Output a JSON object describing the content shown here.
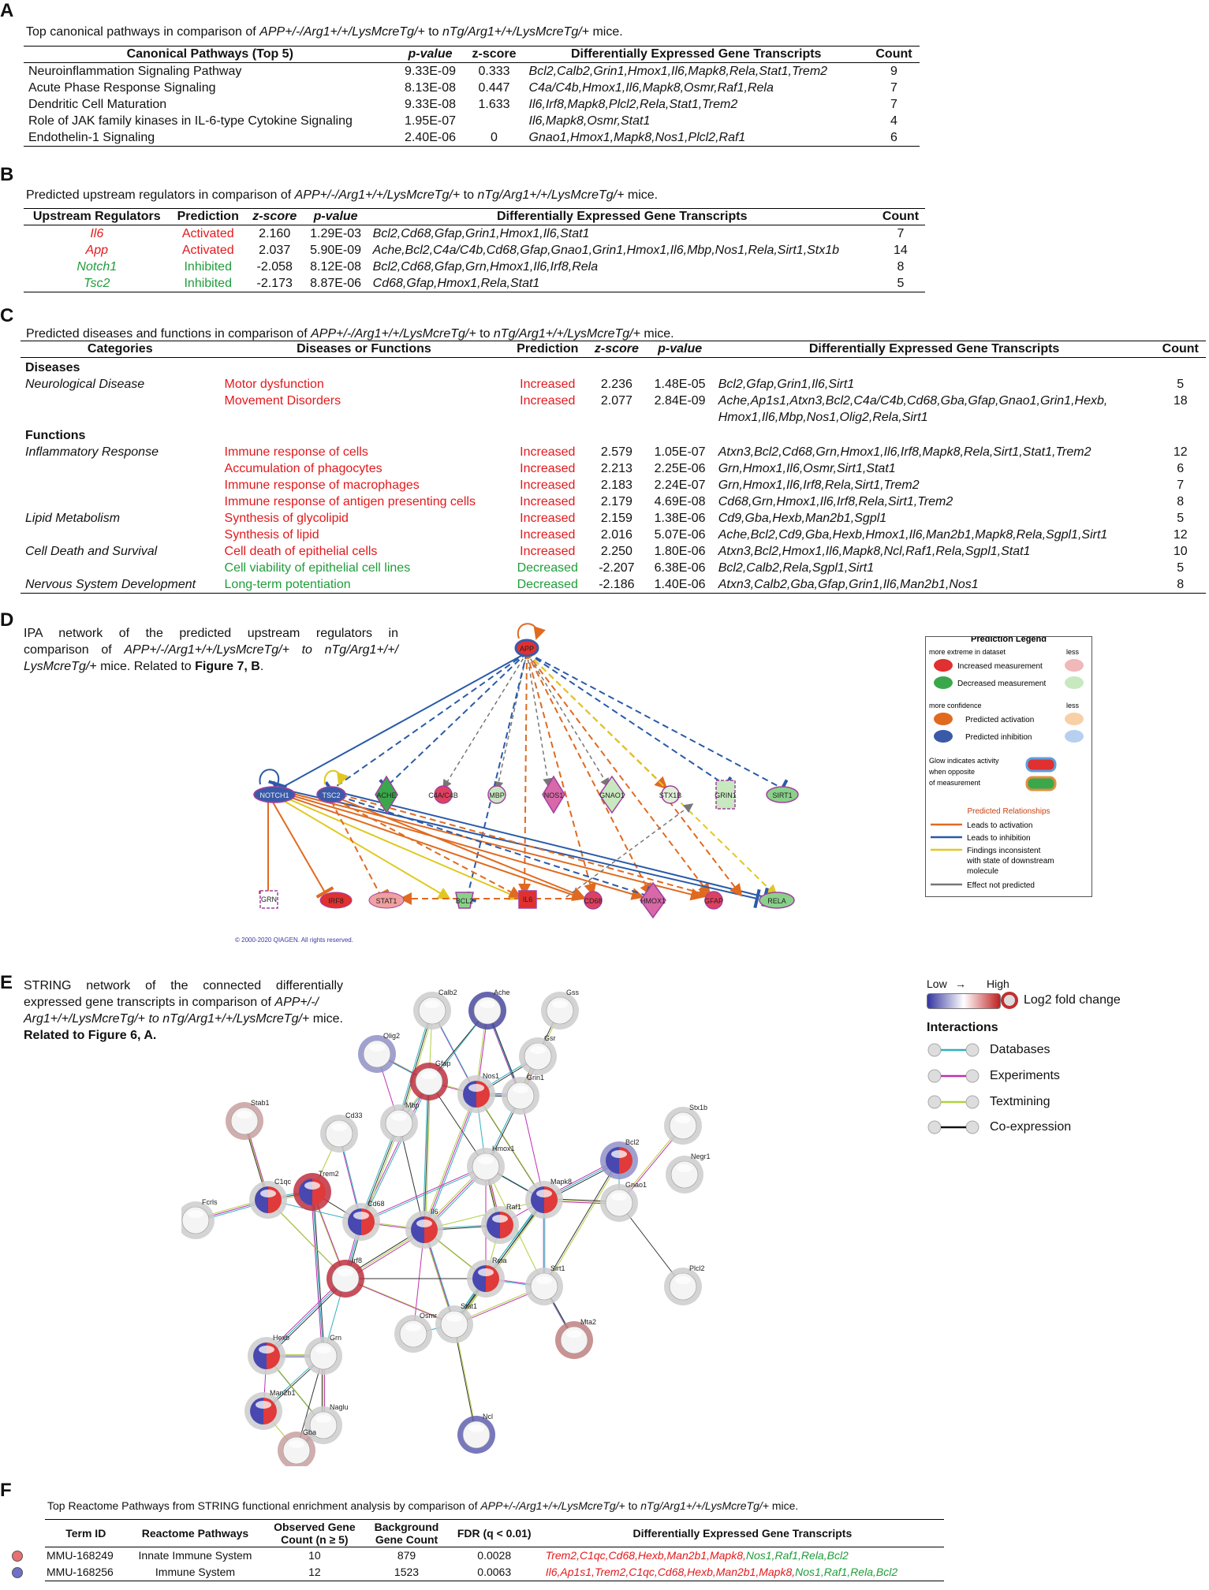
{
  "panelA": {
    "letter": "A",
    "caption_pre": "Top canonical pathways in comparison of ",
    "caption_g1": "APP+/-/Arg1+/+/LysMcreTg/+",
    "caption_mid": " to ",
    "caption_g2": "nTg/Arg1+/+/LysMcreTg/+",
    "caption_post": " mice.",
    "headers": [
      "Canonical Pathways (Top 5)",
      "p-value",
      "z-score",
      "Differentially Expressed Gene Transcripts",
      "Count"
    ],
    "rows": [
      {
        "name": "Neuroinflammation Signaling Pathway",
        "p": "9.33E-09",
        "z": "0.333",
        "genes": "Bcl2,Calb2,Grin1,Hmox1,Il6,Mapk8,Rela,Stat1,Trem2",
        "count": "9"
      },
      {
        "name": "Acute Phase Response Signaling",
        "p": "8.13E-08",
        "z": "0.447",
        "genes": "C4a/C4b,Hmox1,Il6,Mapk8,Osmr,Raf1,Rela",
        "count": "7"
      },
      {
        "name": "Dendritic Cell Maturation",
        "p": "9.33E-08",
        "z": "1.633",
        "genes": "Il6,Irf8,Mapk8,Plcl2,Rela,Stat1,Trem2",
        "count": "7"
      },
      {
        "name": "Role of JAK family kinases in IL-6-type Cytokine Signaling",
        "p": "1.95E-07",
        "z": "",
        "genes": "Il6,Mapk8,Osmr,Stat1",
        "count": "4"
      },
      {
        "name": "Endothelin-1 Signaling",
        "p": "2.40E-06",
        "z": "0",
        "genes": "Gnao1,Hmox1,Mapk8,Nos1,Plcl2,Raf1",
        "count": "6"
      }
    ]
  },
  "panelB": {
    "letter": "B",
    "caption_pre": "Predicted upstream regulators in comparison of ",
    "caption_g1": "APP+/-/Arg1+/+/LysMcreTg/+",
    "caption_mid": " to ",
    "caption_g2": "nTg/Arg1+/+/LysMcreTg/+",
    "caption_post": " mice.",
    "headers": [
      "Upstream Regulators",
      "Prediction",
      "z-score",
      "p-value",
      "Differentially Expressed Gene Transcripts",
      "Count"
    ],
    "rows": [
      {
        "name": "Il6",
        "pred": "Activated",
        "z": "2.160",
        "p": "1.29E-03",
        "genes": "Bcl2,Cd68,Gfap,Grin1,Hmox1,Il6,Stat1",
        "count": "7",
        "color": "red"
      },
      {
        "name": "App",
        "pred": "Activated",
        "z": "2.037",
        "p": "5.90E-09",
        "genes": "Ache,Bcl2,C4a/C4b,Cd68,Gfap,Gnao1,Grin1,Hmox1,Il6,Mbp,Nos1,Rela,Sirt1,Stx1b",
        "count": "14",
        "color": "red"
      },
      {
        "name": "Notch1",
        "pred": "Inhibited",
        "z": "-2.058",
        "p": "8.12E-08",
        "genes": "Bcl2,Cd68,Gfap,Grn,Hmox1,Il6,Irf8,Rela",
        "count": "8",
        "color": "green"
      },
      {
        "name": "Tsc2",
        "pred": "Inhibited",
        "z": "-2.173",
        "p": "8.87E-06",
        "genes": "Cd68,Gfap,Hmox1,Rela,Stat1",
        "count": "5",
        "color": "green"
      }
    ]
  },
  "panelC": {
    "letter": "C",
    "caption_pre": "Predicted diseases and functions in comparison of ",
    "caption_g1": "APP+/-/Arg1+/+/LysMcreTg/+",
    "caption_mid": " to ",
    "caption_g2": "nTg/Arg1+/+/LysMcreTg/+",
    "caption_post": " mice.",
    "headers": [
      "Categories",
      "Diseases or Functions",
      "Prediction",
      "z-score",
      "p-value",
      "Differentially Expressed Gene Transcripts",
      "Count"
    ],
    "section_diseases": "Diseases",
    "section_functions": "Functions",
    "rows": [
      {
        "cat": "Neurological Disease",
        "fn": "Motor dysfunction",
        "pred": "Increased",
        "z": "2.236",
        "p": "1.48E-05",
        "genes": "Bcl2,Gfap,Grin1,Il6,Sirt1",
        "genes2": "",
        "count": "5",
        "color": "red",
        "section": "d"
      },
      {
        "cat": "",
        "fn": "Movement Disorders",
        "pred": "Increased",
        "z": "2.077",
        "p": "2.84E-09",
        "genes": "Ache,Ap1s1,Atxn3,Bcl2,C4a/C4b,Cd68,Gba,Gfap,Gnao1,Grin1,Hexb,",
        "genes2": "Hmox1,Il6,Mbp,Nos1,Olig2,Rela,Sirt1",
        "count": "18",
        "color": "red",
        "section": "d"
      },
      {
        "cat": "Inflammatory Response",
        "fn": "Immune response of cells",
        "pred": "Increased",
        "z": "2.579",
        "p": "1.05E-07",
        "genes": "Atxn3,Bcl2,Cd68,Grn,Hmox1,Il6,Irf8,Mapk8,Rela,Sirt1,Stat1,Trem2",
        "genes2": "",
        "count": "12",
        "color": "red",
        "section": "f"
      },
      {
        "cat": "",
        "fn": "Accumulation of phagocytes",
        "pred": "Increased",
        "z": "2.213",
        "p": "2.25E-06",
        "genes": "Grn,Hmox1,Il6,Osmr,Sirt1,Stat1",
        "genes2": "",
        "count": "6",
        "color": "red",
        "section": "f"
      },
      {
        "cat": "",
        "fn": "Immune response of macrophages",
        "pred": "Increased",
        "z": "2.183",
        "p": "2.24E-07",
        "genes": "Grn,Hmox1,Il6,Irf8,Rela,Sirt1,Trem2",
        "genes2": "",
        "count": "7",
        "color": "red",
        "section": "f"
      },
      {
        "cat": "",
        "fn": "Immune response of antigen presenting cells",
        "pred": "Increased",
        "z": "2.179",
        "p": "4.69E-08",
        "genes": "Cd68,Grn,Hmox1,Il6,Irf8,Rela,Sirt1,Trem2",
        "genes2": "",
        "count": "8",
        "color": "red",
        "section": "f"
      },
      {
        "cat": "Lipid Metabolism",
        "fn": "Synthesis of glycolipid",
        "pred": "Increased",
        "z": "2.159",
        "p": "1.38E-06",
        "genes": "Cd9,Gba,Hexb,Man2b1,Sgpl1",
        "genes2": "",
        "count": "5",
        "color": "red",
        "section": "f"
      },
      {
        "cat": "",
        "fn": "Synthesis of lipid",
        "pred": "Increased",
        "z": "2.016",
        "p": "5.07E-06",
        "genes": "Ache,Bcl2,Cd9,Gba,Hexb,Hmox1,Il6,Man2b1,Mapk8,Rela,Sgpl1,Sirt1",
        "genes2": "",
        "count": "12",
        "color": "red",
        "section": "f"
      },
      {
        "cat": "Cell Death and Survival",
        "fn": "Cell death of epithelial cells",
        "pred": "Increased",
        "z": "2.250",
        "p": "1.80E-06",
        "genes": "Atxn3,Bcl2,Hmox1,Il6,Mapk8,Ncl,Raf1,Rela,Sgpl1,Stat1",
        "genes2": "",
        "count": "10",
        "color": "red",
        "section": "f"
      },
      {
        "cat": "",
        "fn": "Cell viability of epithelial cell lines",
        "pred": "Decreased",
        "z": "-2.207",
        "p": "6.38E-06",
        "genes": "Bcl2,Calb2,Rela,Sgpl1,Sirt1",
        "genes2": "",
        "count": "5",
        "color": "green",
        "section": "f"
      },
      {
        "cat": "Nervous System Development",
        "fn": "Long-term potentiation",
        "pred": "Decreased",
        "z": "-2.186",
        "p": "1.40E-06",
        "genes": "Atxn3,Calb2,Gba,Gfap,Grin1,Il6,Man2b1,Nos1",
        "genes2": "",
        "count": "8",
        "color": "green",
        "section": "f"
      }
    ]
  },
  "panelD": {
    "letter": "D",
    "caption_l1": "IPA network of the predicted upstream regulators in",
    "caption_l2a": "comparison of ",
    "caption_l2g": "APP+/-/Arg1+/+/LysMcreTg/+ to nTg/Arg1+/+/",
    "caption_l3g": "LysMcreTg/+",
    "caption_l3b": " mice. Related to ",
    "caption_l3fig": "Figure 7, B",
    "caption_l3end": ".",
    "copyright": "© 2000-2020 QIAGEN. All rights reserved.",
    "nodes": {
      "app": "APP",
      "notch1": "NOTCH1",
      "tsc2": "TSC2",
      "ache": "ACHE",
      "c4a": "C4A/C4B",
      "mbp": "MBP",
      "nos1": "NOS1",
      "gnao1": "GNAO1",
      "stx1b": "STX1B",
      "grin1": "GRIN1",
      "sirt1": "SIRT1",
      "grn": "GRN",
      "irf8": "IRF8",
      "stat1": "STAT1",
      "bcl2": "BCL2",
      "il6": "IL6",
      "cd68": "CD68",
      "hmox1": "HMOX1",
      "gfap": "GFAP",
      "rela": "RELA"
    },
    "legend": {
      "title": "Prediction Legend",
      "more_extreme": "more extreme in dataset",
      "less1": "less",
      "increased": "Increased measurement",
      "decreased": "Decreased measurement",
      "more_conf": "more confidence",
      "less2": "less",
      "pred_act": "Predicted activation",
      "pred_inh": "Predicted inhibition",
      "glow1": "Glow indicates activity",
      "glow2": "when opposite",
      "glow3": "of measurement",
      "rel_title": "Predicted Relationships",
      "leads_act": "Leads to activation",
      "leads_inh": "Leads to inhibition",
      "incons1": "Findings inconsistent",
      "incons2": "with state of downstream",
      "incons3": "molecule",
      "not_pred": "Effect not predicted"
    }
  },
  "panelE": {
    "letter": "E",
    "caption_l1": "STRING network of the connected differentially",
    "caption_l2a": "expressed gene transcripts in comparison of ",
    "caption_l2g": "APP+/-/",
    "caption_l3g": "Arg1+/+/LysMcreTg/+ to nTg/Arg1+/+/LysMcreTg/+",
    "caption_l3b": " mice.",
    "caption_l4a": "Related to ",
    "caption_l4fig": "Figure 6, A.",
    "legend": {
      "low": "Low",
      "arrow": "→",
      "high": "High",
      "log2": "Log2 fold change",
      "interactions": "Interactions",
      "databases": "Databases",
      "experiments": "Experiments",
      "textmining": "Textmining",
      "coexpression": "Co-expression"
    },
    "nodes": {
      "calb2": "Calb2",
      "ache": "Ache",
      "gss": "Gss",
      "olig2": "Olig2",
      "gsr": "Gsr",
      "gfap": "Gfap",
      "nos1": "Nos1",
      "grin1": "Grin1",
      "stab1": "Stab1",
      "cd33": "Cd33",
      "mbp": "Mbp",
      "stx1b": "Stx1b",
      "bcl2": "Bcl2",
      "hmox1": "Hmox1",
      "negr1": "Negr1",
      "trem2": "Trem2",
      "c1qc": "C1qc",
      "mapk8": "Mapk8",
      "gnao1": "Gnao1",
      "fcrls": "Fcrls",
      "cd68": "Cd68",
      "il6": "Il6",
      "raf1": "Raf1",
      "irf8": "Irf8",
      "rela": "Rela",
      "sirt1": "Sirt1",
      "plcl2": "Plcl2",
      "stat1": "Stat1",
      "osmr": "Osmr",
      "hexb": "Hexb",
      "grn": "Grn",
      "mta2": "Mta2",
      "man2b1": "Man2b1",
      "naglu": "Naglu",
      "ncl": "Ncl",
      "gba": "Gba"
    }
  },
  "panelF": {
    "letter": "F",
    "caption_pre": "Top Reactome Pathways from STRING functional enrichment analysis by comparison of ",
    "caption_g1": "APP+/-/Arg1+/+/LysMcreTg/+",
    "caption_mid": " to ",
    "caption_g2": "nTg/Arg1+/+/LysMcreTg/+",
    "caption_post": " mice.",
    "h_term": "Term ID",
    "h_path": "Reactome Pathways",
    "h_obs1": "Observed Gene",
    "h_obs2": "Count (n ≥ 5)",
    "h_bg1": "Background",
    "h_bg2": "Gene Count",
    "h_fdr": "FDR (q < 0.01)",
    "h_genes": "Differentially Expressed Gene Transcripts",
    "rows": [
      {
        "term": "MMU-168249",
        "path": "Innate Immune System",
        "obs": "10",
        "bg": "879",
        "fdr": "0.0028",
        "genes_red": "Trem2,C1qc,Cd68,Hexb,Man2b1,Mapk8,",
        "genes_green": "Nos1,Raf1,Rela,Bcl2",
        "dot": "#e87070"
      },
      {
        "term": "MMU-168256",
        "path": "Immune System",
        "obs": "12",
        "bg": "1523",
        "fdr": "0.0063",
        "genes_red": "Il6,Ap1s1,Trem2,C1qc,Cd68,Hexb,Man2b1,Mapk8,",
        "genes_green": "Nos1,Raf1,Rela,Bcl2",
        "dot": "#7070c8"
      }
    ]
  }
}
